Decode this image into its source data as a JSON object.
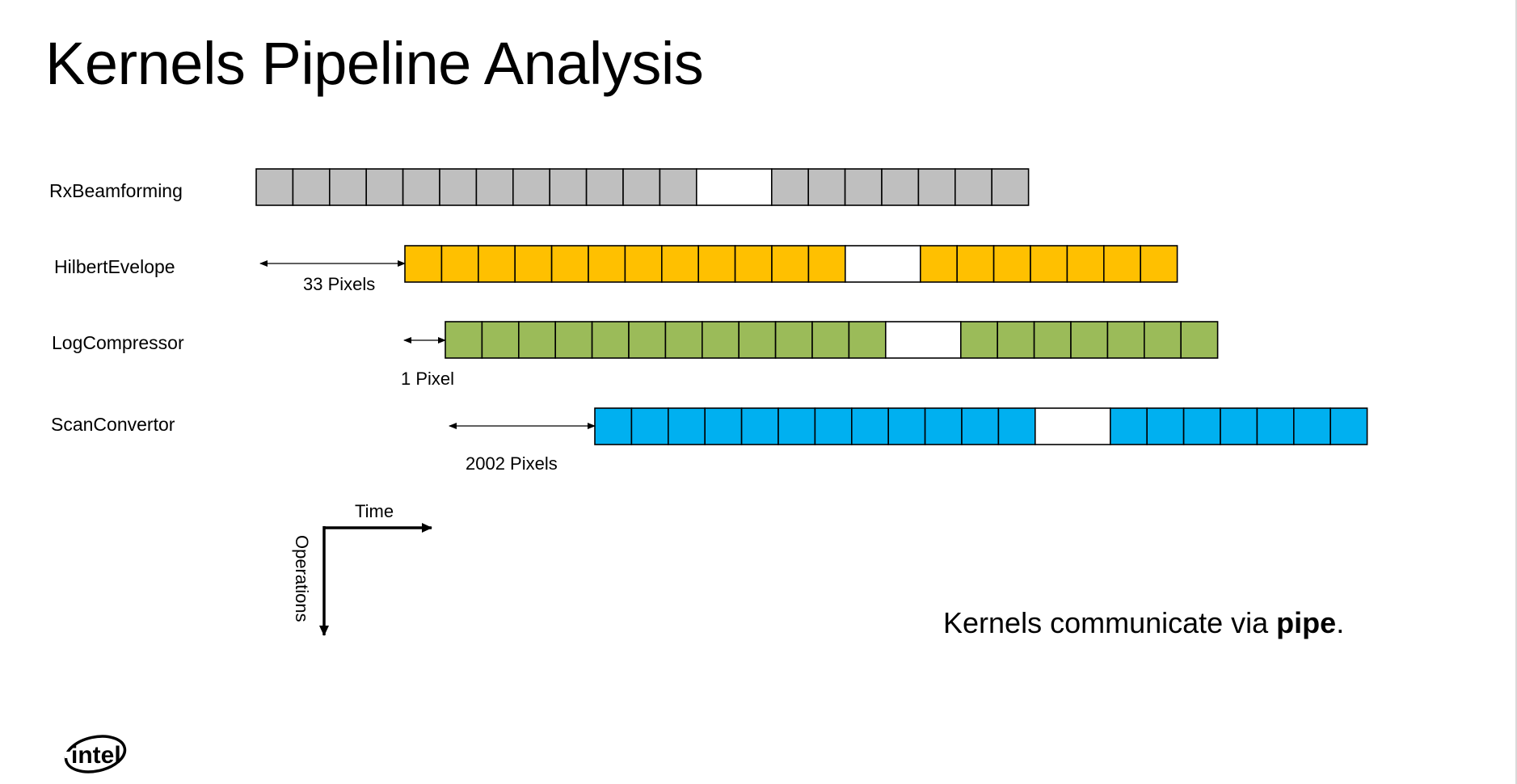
{
  "title": "Kernels Pipeline Analysis",
  "kernels": [
    {
      "label": "RxBeamforming",
      "color": "#BFBFBF",
      "cells_before": 12,
      "cells_after": 7
    },
    {
      "label": "HilbertEvelope",
      "color": "#FFC000",
      "cells_before": 12,
      "cells_after": 7
    },
    {
      "label": "LogCompressor",
      "color": "#9BBB59",
      "cells_before": 12,
      "cells_after": 7
    },
    {
      "label": "ScanConvertor",
      "color": "#00B0F0",
      "cells_before": 12,
      "cells_after": 7
    }
  ],
  "gaps": [
    {
      "label": "33 Pixels"
    },
    {
      "label": "1 Pixel"
    },
    {
      "label": "2002 Pixels"
    }
  ],
  "axes": {
    "x_label": "Time",
    "y_label": "Operations"
  },
  "caption": {
    "prefix": "Kernels communicate via ",
    "bold": "pipe",
    "suffix": "."
  },
  "logo_text": "intel"
}
